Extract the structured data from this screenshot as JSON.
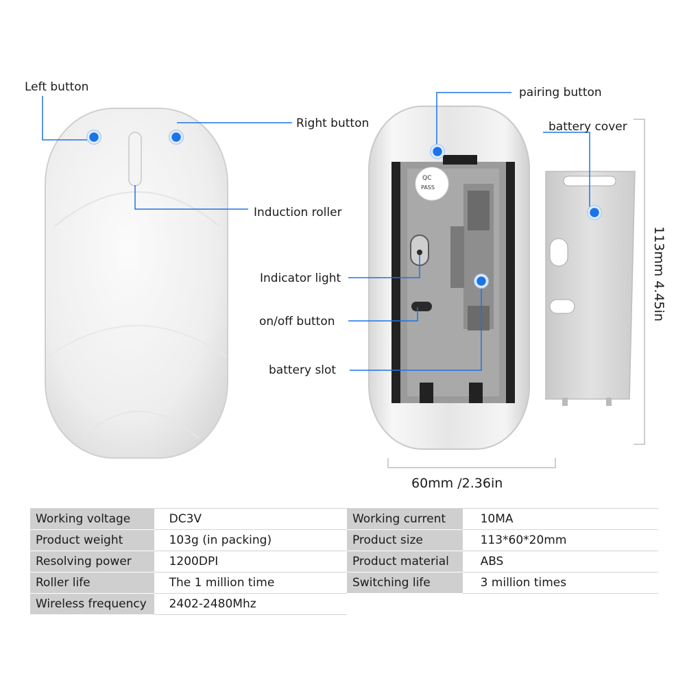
{
  "callouts": {
    "left_button": "Left button",
    "right_button": "Right button",
    "induction_roller": "Induction roller",
    "pairing_button": "pairing button",
    "battery_cover": "battery cover",
    "indicator_light": "Indicator light",
    "on_off_button": "on/off button",
    "battery_slot": "battery slot"
  },
  "sticker": {
    "line1": "QC",
    "line2": "PASS"
  },
  "dimensions": {
    "width": "60mm  /2.36in",
    "height": "113mm   4.45in"
  },
  "accent_color": "#1a73e8",
  "specs": [
    {
      "key": "Working voltage",
      "value": "DC3V",
      "key2": "Working current",
      "value2": "10MA"
    },
    {
      "key": "Product weight",
      "value": "103g (in packing)",
      "key2": "Product size",
      "value2": "113*60*20mm"
    },
    {
      "key": "Resolving power",
      "value": "1200DPI",
      "key2": "Product material",
      "value2": "ABS"
    },
    {
      "key": "Roller life",
      "value": "The 1 million time",
      "key2": "Switching life",
      "value2": "3 million times"
    },
    {
      "key": "Wireless frequency",
      "value": "2402-2480Mhz"
    }
  ]
}
